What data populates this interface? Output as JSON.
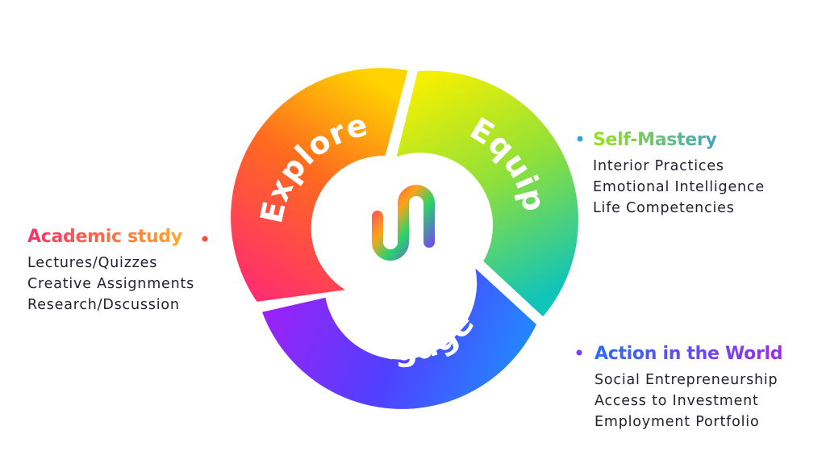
{
  "cycle": {
    "segments": [
      {
        "label": "Explore"
      },
      {
        "label": "Equip"
      },
      {
        "label": "Engage"
      }
    ],
    "logo": "wavy-u-logo"
  },
  "categories": {
    "academic": {
      "title": "Academic study",
      "items": [
        "Lectures/Quizzes",
        "Creative Assignments",
        "Research/Dscussion"
      ],
      "colors": [
        "#ff2d6a",
        "#ffb21f"
      ]
    },
    "self_mastery": {
      "title": "Self-Mastery",
      "items": [
        "Interior Practices",
        "Emotional Intelligence",
        "Life Competencies"
      ],
      "colors": [
        "#9be21d",
        "#1d8fff"
      ]
    },
    "action": {
      "title": "Action in the World",
      "items": [
        "Social Entrepreneurship",
        "Access to Investment",
        "Employment Portfolio"
      ],
      "colors": [
        "#2a6bff",
        "#9b2cf0"
      ]
    }
  },
  "colors": {
    "text": "#222233",
    "explore_gradient": [
      "#ff2e6e",
      "#ff6a1f",
      "#ffce00"
    ],
    "equip_gradient": [
      "#f4f000",
      "#8fe03a",
      "#11c9b0"
    ],
    "engage_gradient": [
      "#8a2cff",
      "#5a3cff",
      "#1f8fff"
    ]
  }
}
